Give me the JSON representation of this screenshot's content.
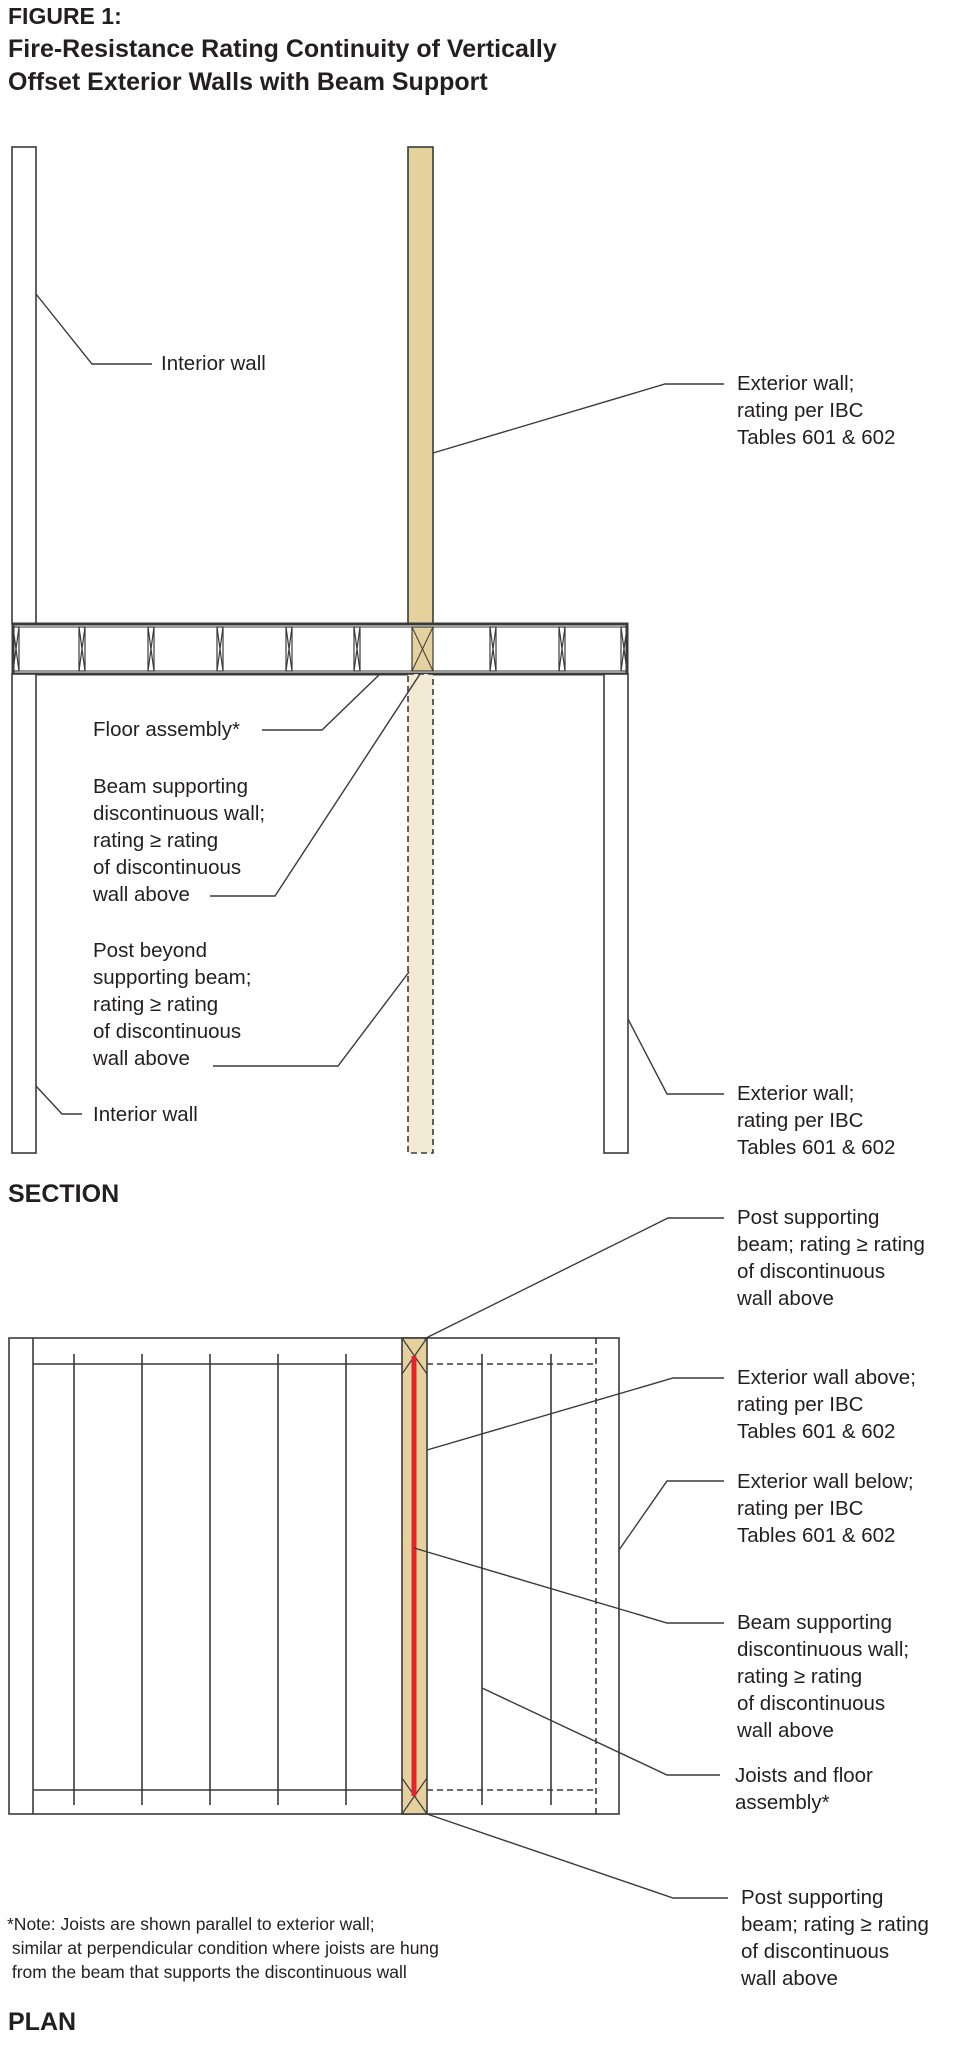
{
  "figure": {
    "number": "FIGURE 1:",
    "title_line1": "Fire-Resistance Rating Continuity of Vertically",
    "title_line2": "Offset Exterior Walls with Beam Support"
  },
  "colors": {
    "wall_above_fill": "#E5D19E",
    "post_beyond_fill": "#F3EAD5",
    "beam_red": "#E5242A",
    "line": "#3a3a3a"
  },
  "section": {
    "heading": "SECTION",
    "labels": {
      "interior_wall_top": "Interior wall",
      "exterior_wall_above": "Exterior wall;\nrating per IBC\nTables 601 & 602",
      "floor_assembly": "Floor assembly*",
      "beam": "Beam supporting\ndiscontinuous wall;\nrating ≥ rating\nof discontinuous\nwall above",
      "post_beyond": "Post beyond\nsupporting beam;\nrating ≥ rating\nof discontinuous\nwall above",
      "interior_wall_bottom": "Interior wall",
      "exterior_wall_below": "Exterior wall;\nrating per IBC\nTables 601 & 602"
    }
  },
  "plan": {
    "heading": "PLAN",
    "labels": {
      "post_top": "Post supporting\nbeam; rating ≥ rating\nof discontinuous\nwall above",
      "exterior_wall_above": "Exterior wall above;\nrating per IBC\nTables 601 & 602",
      "exterior_wall_below": "Exterior wall below;\nrating per IBC\nTables 601 & 602",
      "beam": "Beam supporting\ndiscontinuous wall;\nrating ≥ rating\nof discontinuous\nwall above",
      "joists": "Joists and floor\nassembly*",
      "post_bottom": "Post supporting\nbeam; rating ≥ rating\nof discontinuous\nwall above"
    },
    "note": "*Note: Joists are shown parallel to exterior wall;\n similar at perpendicular condition where joists are hung\n from the beam that supports the discontinuous wall"
  }
}
